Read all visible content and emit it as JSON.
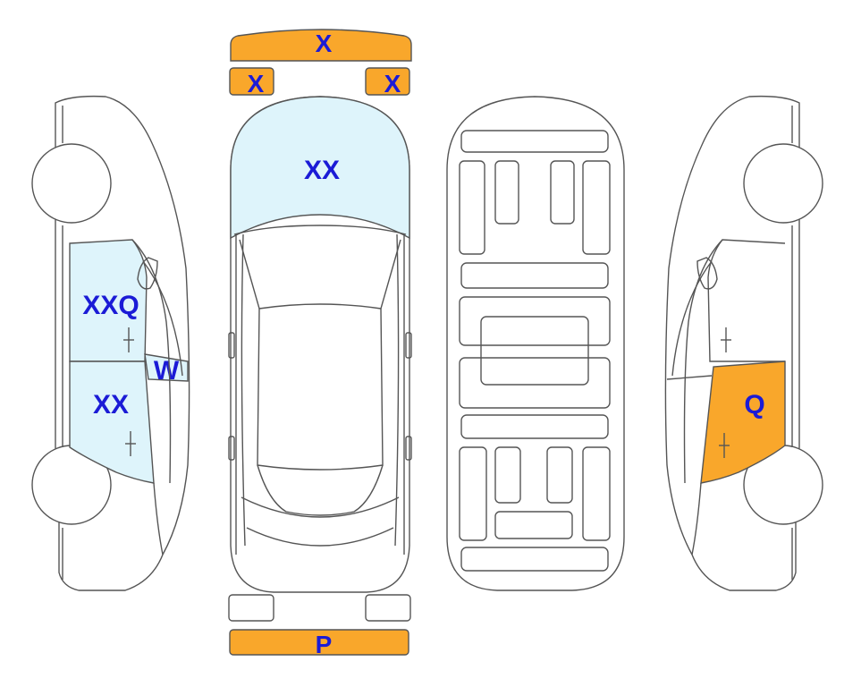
{
  "colors": {
    "outline": "#555555",
    "orange": "#f9a72b",
    "light_blue": "#def4fb",
    "label_blue": "#1b1bd6"
  },
  "labels": {
    "front_bumper": "X",
    "headlight_left": "X",
    "headlight_right": "X",
    "hood": "XX",
    "left_front_door": "XXQ",
    "left_rear_door": "XX",
    "left_mirror_area": "W",
    "right_rear_door": "Q",
    "rear_bumper": "P"
  }
}
